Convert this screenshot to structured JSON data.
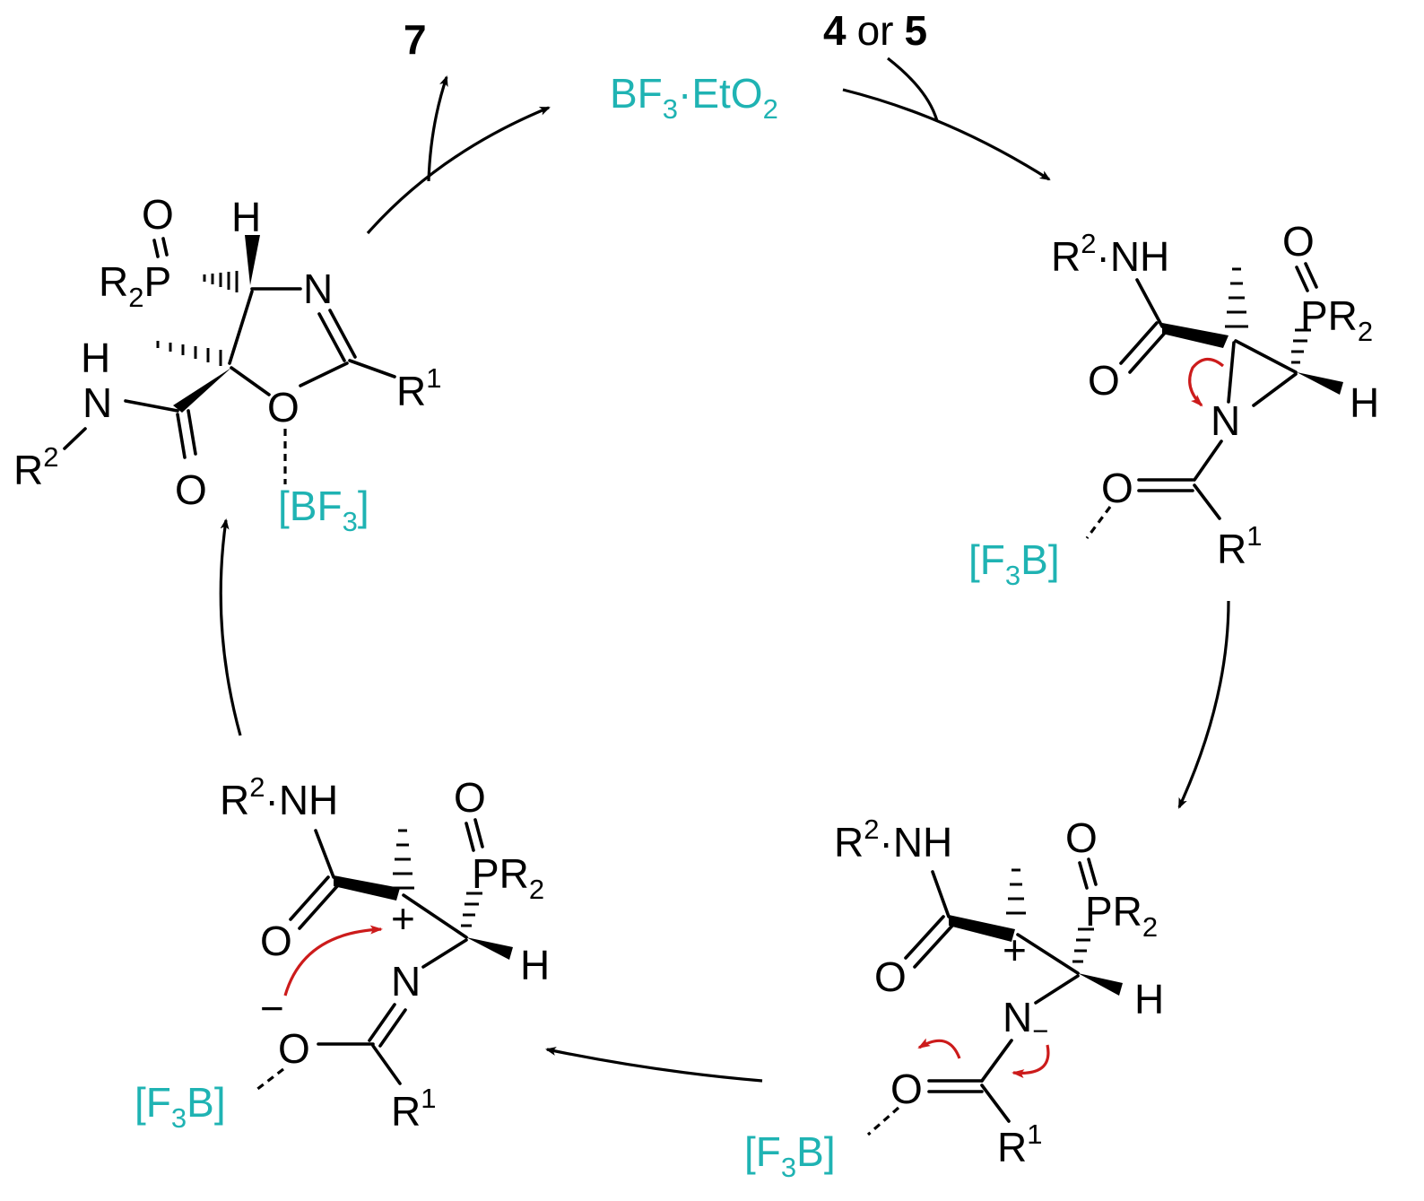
{
  "reagents": {
    "catalyst": "BF",
    "catalyst_sub": "3",
    "catalyst_dot_etherate": "·EtO",
    "etherate_sub": "2",
    "substrate_num_a": "4",
    "substrate_or": "or",
    "substrate_num_b": "5",
    "product": "7"
  },
  "atoms": {
    "O": "O",
    "N": "N",
    "NH": "NH",
    "H": "H",
    "P": "P",
    "R": "R",
    "PR": "PR",
    "sub_2": "2",
    "sup_1": "1",
    "sup_2": "2",
    "plus": "+",
    "minus": "−",
    "dot": "·"
  },
  "lewis_acid": {
    "bf3_open": "[BF",
    "bf3_sub": "3",
    "bf3_close": "]",
    "f3b_open": "[F",
    "f3b_sub": "3",
    "f3b_close": "B]"
  },
  "colors": {
    "lewis_acid": "#1fb3b3",
    "electron_flow": "#cc1b1b",
    "structure": "#000000"
  }
}
